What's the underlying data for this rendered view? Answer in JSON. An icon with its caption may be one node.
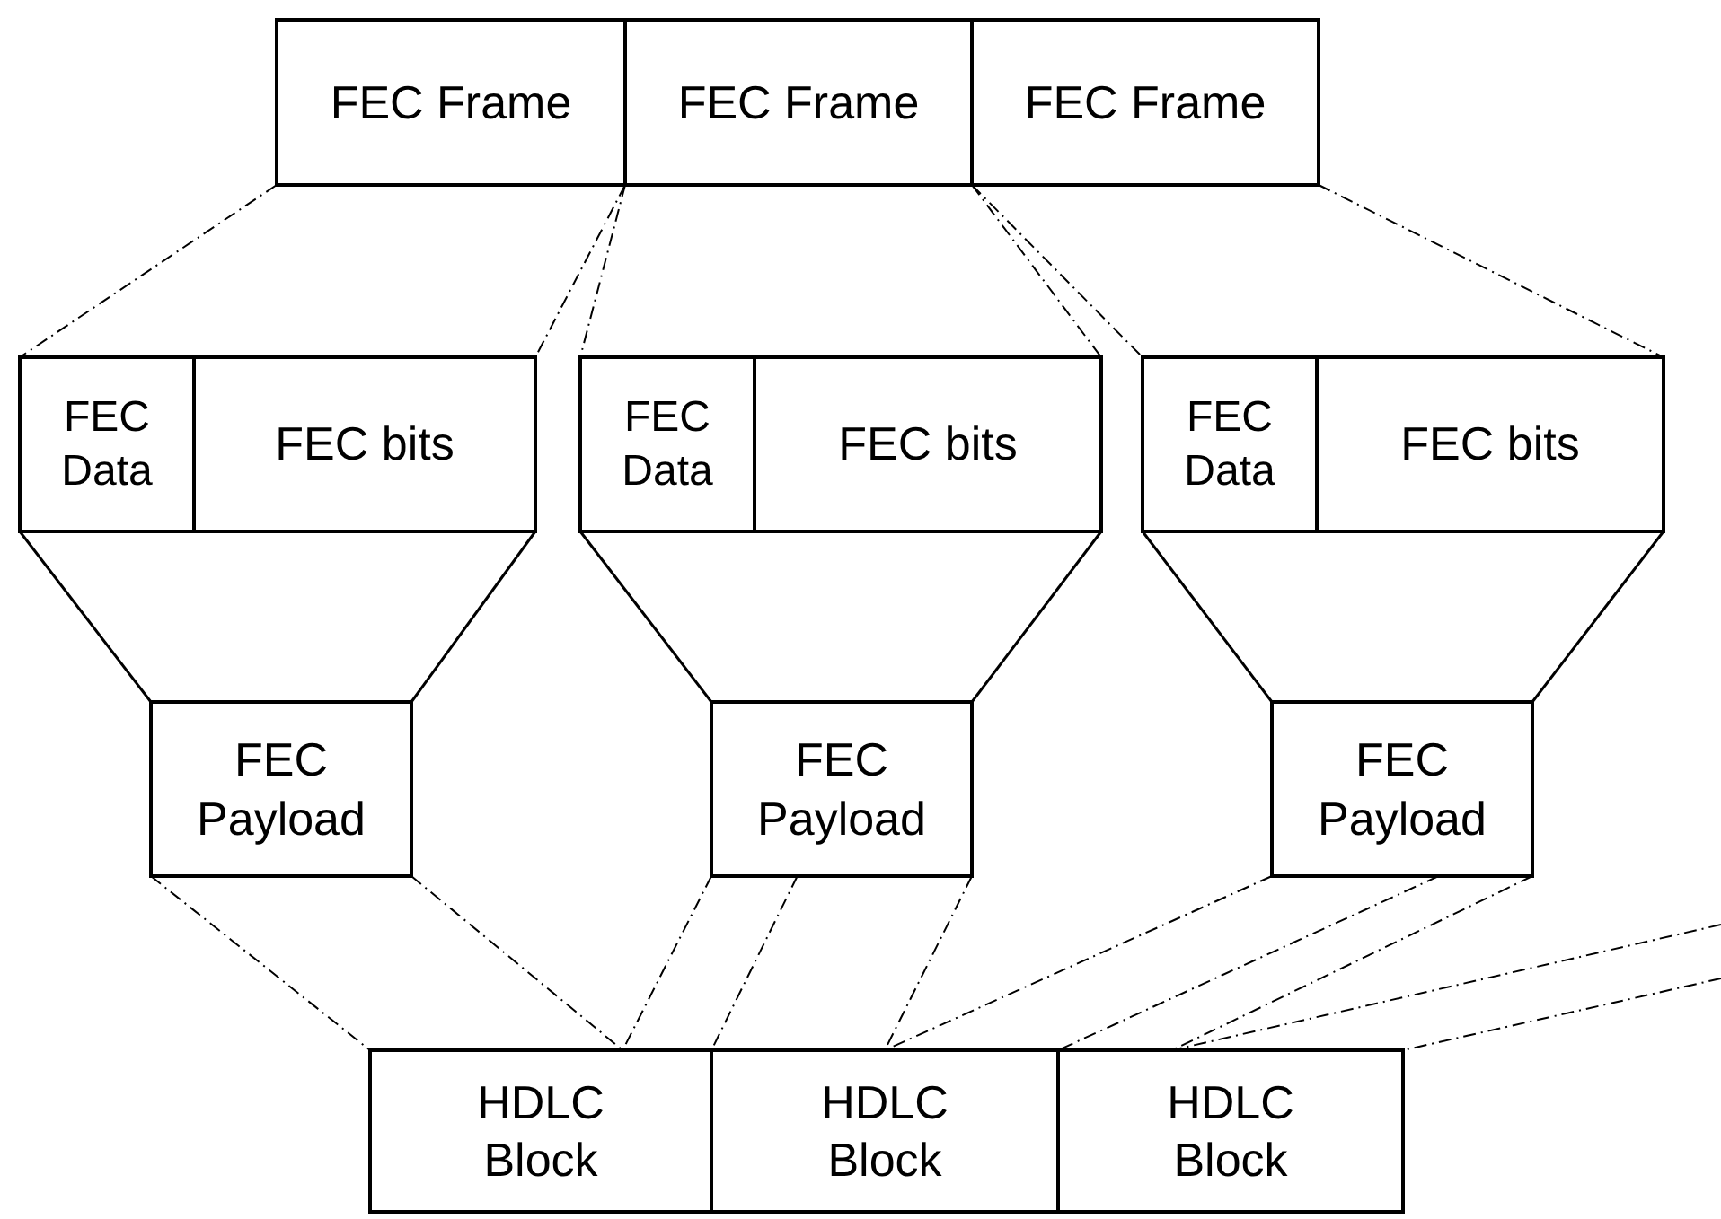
{
  "diagram": {
    "nodes": [
      {
        "text": [
          "FEC Frame"
        ]
      },
      {
        "text": [
          "FEC Frame"
        ]
      },
      {
        "text": [
          "FEC Frame"
        ]
      },
      {
        "text": [
          "FEC Data"
        ]
      },
      {
        "text": [
          "FEC bits"
        ]
      },
      {
        "text": [
          "FEC Payload"
        ]
      },
      {
        "text": [
          "FEC Data"
        ]
      },
      {
        "text": [
          "FEC bits"
        ]
      },
      {
        "text": [
          "FEC Payload"
        ]
      },
      {
        "text": [
          "FEC Data"
        ]
      },
      {
        "text": [
          "FEC bits"
        ]
      },
      {
        "text": [
          "FEC Payload"
        ]
      },
      {
        "text": [
          "HDLC Block"
        ]
      },
      {
        "text": [
          "HDLC Block"
        ]
      },
      {
        "text": [
          "HDLC Block"
        ]
      }
    ],
    "edges": [
      {
        "from": 0,
        "to": 3,
        "arrow": "none",
        "style": "dashed"
      },
      {
        "from": 0,
        "to": 4,
        "arrow": "none",
        "style": "dashed"
      },
      {
        "from": 1,
        "to": 6,
        "arrow": "none",
        "style": "dashed"
      },
      {
        "from": 1,
        "to": 7,
        "arrow": "none",
        "style": "dashed"
      },
      {
        "from": 2,
        "to": 9,
        "arrow": "none",
        "style": "dashed"
      },
      {
        "from": 2,
        "to": 10,
        "arrow": "none",
        "style": "dashed"
      },
      {
        "from": 3,
        "to": 5,
        "arrow": "none"
      },
      {
        "from": 4,
        "to": 5,
        "arrow": "none"
      },
      {
        "from": 6,
        "to": 8,
        "arrow": "none"
      },
      {
        "from": 7,
        "to": 8,
        "arrow": "none"
      },
      {
        "from": 9,
        "to": 11,
        "arrow": "none"
      },
      {
        "from": 10,
        "to": 11,
        "arrow": "none"
      },
      {
        "from": 5,
        "to": 12,
        "arrow": "none",
        "style": "dashed"
      },
      {
        "from": 5,
        "to": 12,
        "arrow": "none",
        "style": "dashed"
      },
      {
        "from": 8,
        "to": 12,
        "arrow": "none",
        "style": "dashed"
      },
      {
        "from": 8,
        "to": 12,
        "arrow": "none",
        "style": "dashed"
      },
      {
        "from": 8,
        "to": 13,
        "arrow": "none",
        "style": "dashed"
      },
      {
        "from": 11,
        "to": 13,
        "arrow": "none",
        "style": "dashed"
      },
      {
        "from": 11,
        "to": 13,
        "arrow": "none",
        "style": "dashed"
      },
      {
        "from": 11,
        "to": 14,
        "arrow": "none",
        "style": "dashed"
      },
      {
        "from": null,
        "to": 14,
        "arrow": "none",
        "style": "dashed"
      },
      {
        "from": null,
        "to": 14,
        "arrow": "none",
        "style": "dashed"
      }
    ]
  }
}
